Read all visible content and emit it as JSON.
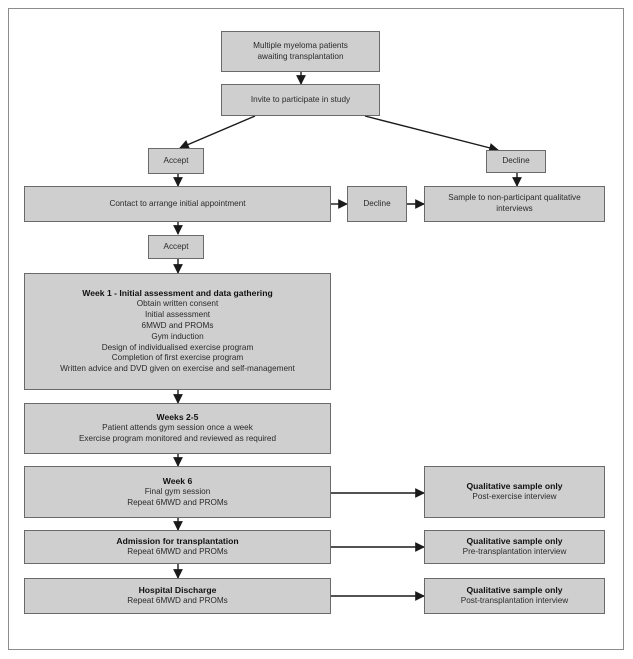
{
  "nodes": {
    "patients": {
      "lines": [
        "Multiple myeloma patients",
        "awaiting transplantation"
      ]
    },
    "invite": {
      "text": "Invite to participate in study"
    },
    "accept1": {
      "text": "Accept"
    },
    "decline1": {
      "text": "Decline"
    },
    "contact": {
      "text": "Contact to arrange initial appointment"
    },
    "decline2": {
      "text": "Decline"
    },
    "nonparticipant": {
      "lines": [
        "Sample to non-participant qualitative",
        "interviews"
      ]
    },
    "accept2": {
      "text": "Accept"
    },
    "week1": {
      "title": "Week 1 - Initial assessment and data gathering",
      "lines": [
        "Obtain written consent",
        "Initial assessment",
        "6MWD and PROMs",
        "Gym induction",
        "Design of individualised exercise program",
        "Completion of first exercise program",
        "Written advice and DVD given on exercise and self-management"
      ]
    },
    "weeks25": {
      "title": "Weeks 2-5",
      "lines": [
        "Patient attends gym session once a week",
        "Exercise program monitored and reviewed as required"
      ]
    },
    "week6": {
      "title": "Week 6",
      "lines": [
        "Final gym session",
        "Repeat 6MWD and PROMs"
      ]
    },
    "admission": {
      "title": "Admission for transplantation",
      "lines": [
        "Repeat 6MWD and PROMs"
      ]
    },
    "discharge": {
      "title": "Hospital Discharge",
      "lines": [
        "Repeat 6MWD and PROMs"
      ]
    },
    "qual1": {
      "title": "Qualitative sample only",
      "lines": [
        "Post-exercise interview"
      ]
    },
    "qual2": {
      "title": "Qualitative sample only",
      "lines": [
        "Pre-transplantation interview"
      ]
    },
    "qual3": {
      "title": "Qualitative sample only",
      "lines": [
        "Post-transplantation interview"
      ]
    }
  },
  "colors": {
    "box_fill": "#cfcfcf",
    "box_border": "#6a6a6a",
    "arrow": "#1a1a1a"
  }
}
